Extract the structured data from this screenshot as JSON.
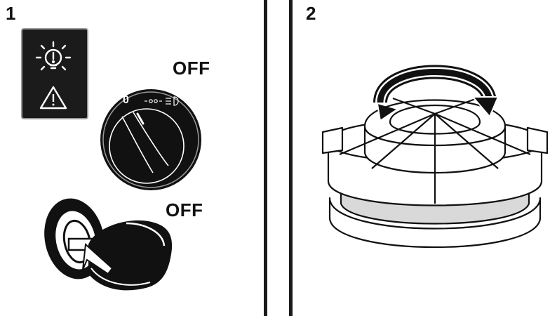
{
  "steps": [
    {
      "number": "1",
      "labels": [
        "OFF",
        "OFF"
      ],
      "knob_position_label": "0"
    },
    {
      "number": "2"
    }
  ],
  "icons": {
    "warning_panel": [
      "bulb-warning-icon",
      "hazard-triangle-icon"
    ],
    "knob": [
      "rotary-light-switch-icon",
      "parking-light-icon",
      "headlight-icon"
    ],
    "key": "ignition-key-icon",
    "cap": "rotate-cap-arrow-icon"
  },
  "colors": {
    "ink": "#111111",
    "panel": "#1b1b1b",
    "grey": "#9a9a9a",
    "white": "#ffffff"
  }
}
